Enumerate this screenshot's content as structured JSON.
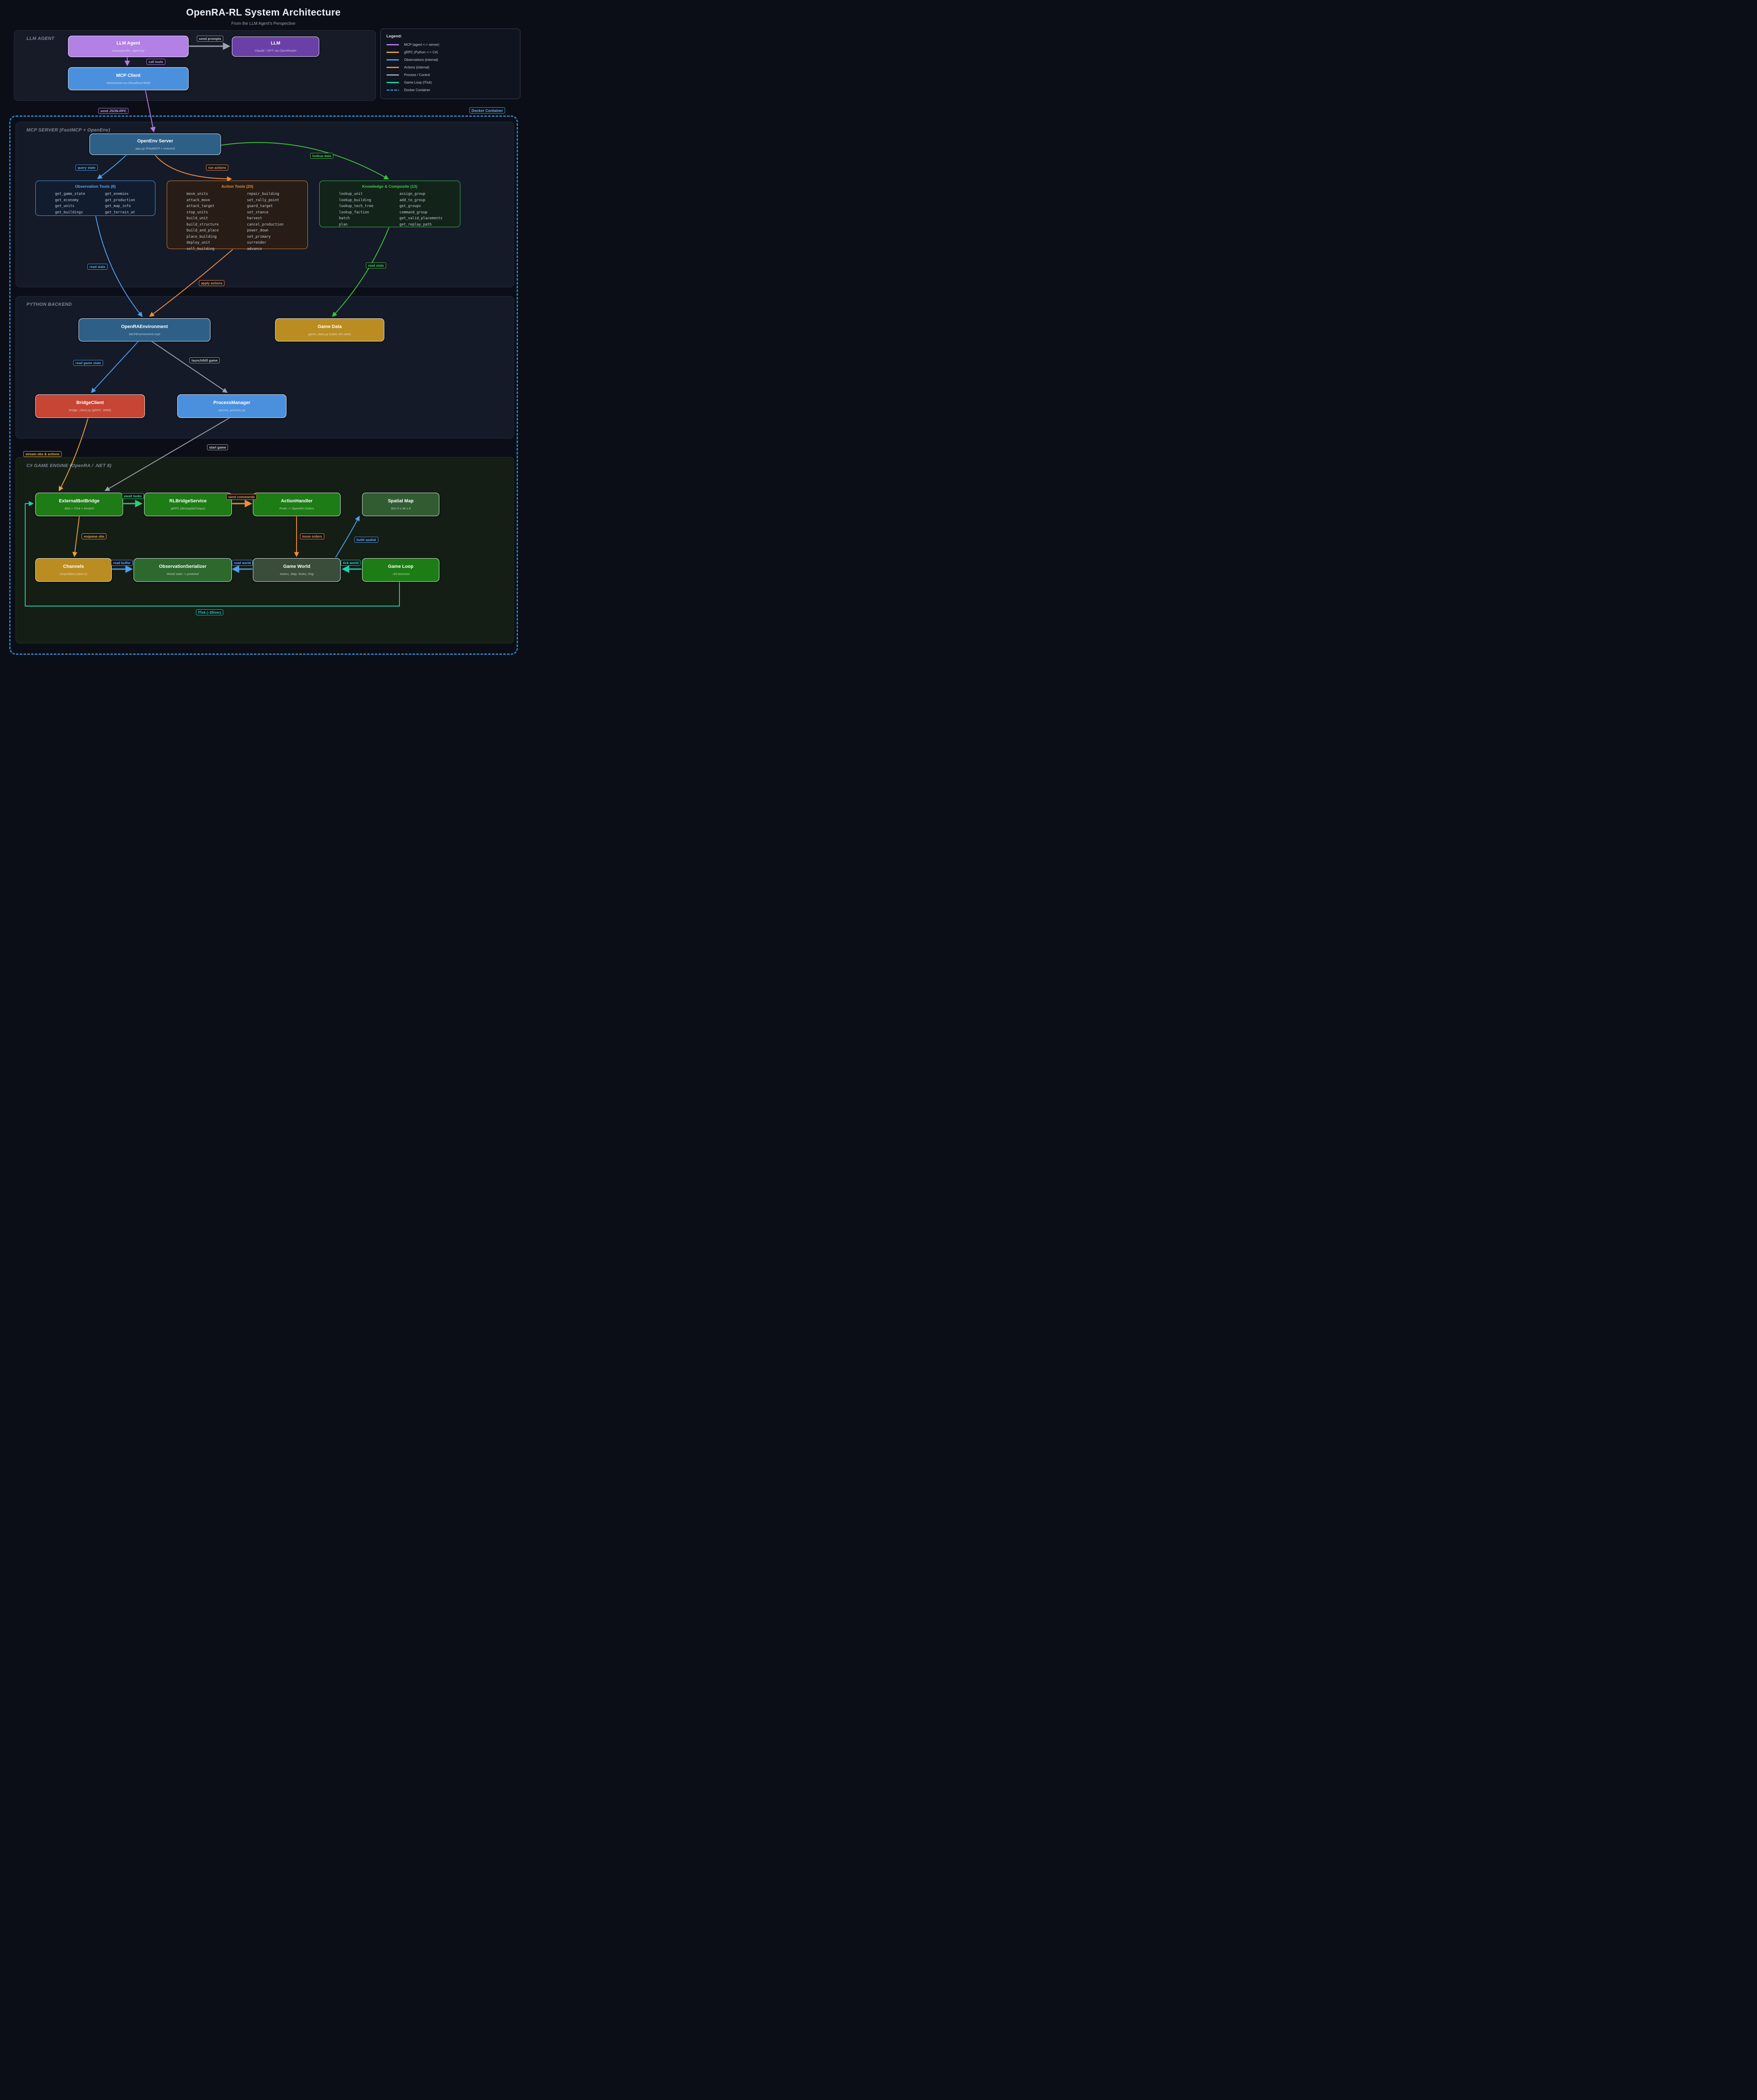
{
  "header": {
    "title": "OpenRA-RL System Architecture",
    "subtitle": "From the LLM Agent's Perspective"
  },
  "legend": {
    "heading": "Legend:",
    "items": [
      {
        "label": "MCP (agent <-> server)",
        "color": "#b57ce0",
        "dashed": false
      },
      {
        "label": "gRPC (Python <-> C#)",
        "color": "#e8a33d",
        "dashed": false
      },
      {
        "label": "Observations (internal)",
        "color": "#4d9fec",
        "dashed": false
      },
      {
        "label": "Actions (internal)",
        "color": "#f28c3a",
        "dashed": false
      },
      {
        "label": "Process / Control",
        "color": "#9aa3ad",
        "dashed": false
      },
      {
        "label": "Game Loop (ITick)",
        "color": "#17d4ad",
        "dashed": false
      },
      {
        "label": "Docker Container",
        "color": "#2e86c8",
        "dashed": true
      }
    ]
  },
  "sections": {
    "llm_agent": "LLM AGENT",
    "mcp_server": "MCP SERVER (FastMCP + OpenEnv)",
    "python_backend": "PYTHON BACKEND",
    "game_engine": "C# GAME ENGINE (OpenRA / .NET 8)"
  },
  "docker_label": "Docker Container",
  "nodes": {
    "llm_agent": {
      "title": "LLM Agent",
      "subtitle": "examples/llm_agent.py"
    },
    "llm": {
      "title": "LLM",
      "subtitle": "Claude / GPT via OpenRouter"
    },
    "mcp_client": {
      "title": "MCP Client",
      "subtitle": "WebSocket ws://localhost:8000"
    },
    "openenv_server": {
      "title": "OpenEnv Server",
      "subtitle": "app.py (FastMCP + Uvicorn)"
    },
    "observation_tools": {
      "title": "Observation Tools (8)",
      "col1": [
        "get_game_state",
        "get_economy",
        "get_units",
        "get_buildings"
      ],
      "col2": [
        "get_enemies",
        "get_production",
        "get_map_info",
        "get_terrain_at"
      ]
    },
    "action_tools": {
      "title": "Action Tools (20)",
      "col1": [
        "move_units",
        "attack_move",
        "attack_target",
        "stop_units",
        "build_unit",
        "build_structure",
        "build_and_place",
        "place_building",
        "deploy_unit",
        "sell_building"
      ],
      "col2": [
        "repair_building",
        "set_rally_point",
        "guard_target",
        "set_stance",
        "harvest",
        "cancel_production",
        "power_down",
        "set_primary",
        "surrender",
        "advance"
      ]
    },
    "knowledge": {
      "title": "Knowledge & Composite (13)",
      "col1": [
        "lookup_unit",
        "lookup_building",
        "lookup_tech_tree",
        "lookup_faction",
        "batch",
        "plan"
      ],
      "col2": [
        "assign_group",
        "add_to_group",
        "get_groups",
        "command_group",
        "get_valid_placements",
        "get_replay_path"
      ]
    },
    "openra_environment": {
      "title": "OpenRAEnvironment",
      "subtitle": "MCPEnvironment impl"
    },
    "game_data": {
      "title": "Game Data",
      "subtitle": "game_data.py (static RA stats)"
    },
    "bridge_client": {
      "title": "BridgeClient",
      "subtitle": "bridge_client.py (gRPC :9999)"
    },
    "process_manager": {
      "title": "ProcessManager",
      "subtitle": "openra_process.py"
    },
    "external_bot_bridge": {
      "title": "ExternalBotBridge",
      "subtitle": "IBot + ITick + Kestrel"
    },
    "rl_bridge_service": {
      "title": "RLBridgeService",
      "subtitle": "gRPC (decoupled loops)"
    },
    "action_handler": {
      "title": "ActionHandler",
      "subtitle": "Proto -> OpenRA Orders"
    },
    "spatial_map": {
      "title": "Spatial Map",
      "subtitle": "9ch H x W x 9"
    },
    "channels": {
      "title": "Channels",
      "subtitle": "DropOldest (obs=1)"
    },
    "observation_serializer": {
      "title": "ObservationSerializer",
      "subtitle": "World state -> protobuf"
    },
    "game_world": {
      "title": "Game World",
      "subtitle": "Actors, Map, Rules, Fog"
    },
    "game_loop": {
      "title": "Game Loop",
      "subtitle": "~25 ticks/sec"
    }
  },
  "edge_labels": {
    "send_prompts": "send prompts",
    "call_tools": "call tools",
    "send_json_rpc": "send JSON-RPC",
    "query_state": "query state",
    "run_actions": "run actions",
    "lookup_data": "lookup data",
    "read_state": "read state",
    "apply_actions": "apply actions",
    "read_stats": "read stats",
    "read_game_state": "read game state",
    "launch_kill_game": "launch/kill game",
    "stream_obs_actions": "stream obs & actions",
    "start_game": "start game",
    "await_tasks": "await tasks",
    "send_commands": "send commands",
    "enqueue_obs": "enqueue obs",
    "issue_orders": "issue orders",
    "read_buffer": "read buffer",
    "read_world": "read world",
    "tick_world": "tick world",
    "build_spatial": "build spatial",
    "itick": "ITick (~25/sec)"
  },
  "colors": {
    "background": "#0b0e16",
    "mcp_edge": "#b57ce0",
    "grpc_edge": "#e8a33d",
    "observations_edge": "#4d9fec",
    "actions_edge": "#f28c3a",
    "process_edge": "#9aa3ad",
    "gameloop_edge": "#17d4ad",
    "docker_border": "#2e86c8",
    "knowledge_edge": "#3bc43b",
    "await_tasks_edge": "#2ecc71",
    "node_light_purple": "#b380e6",
    "node_dark_purple": "#6b3fa8",
    "node_blue": "#4b90dd",
    "node_steel_blue": "#2d5f87",
    "node_gold": "#bb8c22",
    "node_red": "#c64534",
    "node_bright_green": "#1d7c15",
    "node_muted_green": "#315c31",
    "node_medium_green": "#2d682d",
    "node_olive_green": "#3a4d3a"
  }
}
